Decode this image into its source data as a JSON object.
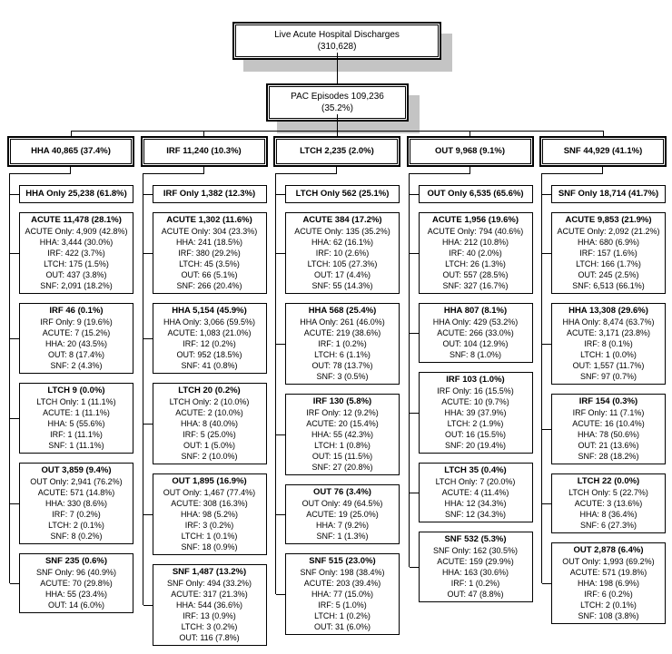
{
  "root": {
    "line1": "Live Acute Hospital Discharges",
    "line2": "(310,628)"
  },
  "pac": {
    "line1": "PAC Episodes 109,236",
    "line2": "(35.2%)"
  },
  "colors": {
    "box_border": "#000000",
    "box_shadow": "#c4c4c4",
    "background": "#ffffff",
    "text": "#000000"
  },
  "columns": [
    {
      "header": "HHA 40,865 (37.4%)",
      "only": "HHA Only 25,238 (61.8%)",
      "boxes": [
        {
          "title": "ACUTE 11,478 (28.1%)",
          "lines": [
            "ACUTE Only: 4,909 (42.8%)",
            "HHA: 3,444 (30.0%)",
            "IRF: 422 (3.7%)",
            "LTCH: 175 (1.5%)",
            "OUT: 437 (3.8%)",
            "SNF: 2,091 (18.2%)"
          ]
        },
        {
          "title": "IRF 46 (0.1%)",
          "lines": [
            "IRF Only: 9 (19.6%)",
            "ACUTE: 7 (15.2%)",
            "HHA: 20 (43.5%)",
            "OUT: 8 (17.4%)",
            "SNF: 2 (4.3%)"
          ]
        },
        {
          "title": "LTCH 9 (0.0%)",
          "lines": [
            "LTCH Only: 1 (11.1%)",
            "ACUTE: 1 (11.1%)",
            "HHA: 5 (55.6%)",
            "IRF: 1 (11.1%)",
            "SNF: 1 (11.1%)"
          ]
        },
        {
          "title": "OUT 3,859 (9.4%)",
          "lines": [
            "OUT Only: 2,941 (76.2%)",
            "ACUTE: 571 (14.8%)",
            "HHA: 330 (8.6%)",
            "IRF: 7 (0.2%)",
            "LTCH: 2 (0.1%)",
            "SNF: 8 (0.2%)"
          ]
        },
        {
          "title": "SNF 235 (0.6%)",
          "lines": [
            "SNF Only: 96 (40.9%)",
            "ACUTE: 70 (29.8%)",
            "HHA: 55 (23.4%)",
            "OUT: 14 (6.0%)"
          ]
        }
      ]
    },
    {
      "header": "IRF 11,240 (10.3%)",
      "only": "IRF Only 1,382 (12.3%)",
      "boxes": [
        {
          "title": "ACUTE 1,302 (11.6%)",
          "lines": [
            "ACUTE Only: 304 (23.3%)",
            "HHA: 241 (18.5%)",
            "IRF: 380 (29.2%)",
            "LTCH: 45 (3.5%)",
            "OUT: 66 (5.1%)",
            "SNF: 266 (20.4%)"
          ]
        },
        {
          "title": "HHA 5,154 (45.9%)",
          "lines": [
            "HHA Only: 3,066 (59.5%)",
            "ACUTE: 1,083 (21.0%)",
            "IRF: 12 (0.2%)",
            "OUT: 952 (18.5%)",
            "SNF: 41 (0.8%)"
          ]
        },
        {
          "title": "LTCH 20 (0.2%)",
          "lines": [
            "LTCH Only: 2 (10.0%)",
            "ACUTE: 2 (10.0%)",
            "HHA: 8 (40.0%)",
            "IRF: 5 (25.0%)",
            "OUT: 1 (5.0%)",
            "SNF: 2 (10.0%)"
          ]
        },
        {
          "title": "OUT 1,895 (16.9%)",
          "lines": [
            "OUT Only: 1,467 (77.4%)",
            "ACUTE: 308 (16.3%)",
            "HHA: 98 (5.2%)",
            "IRF: 3 (0.2%)",
            "LTCH: 1 (0.1%)",
            "SNF: 18 (0.9%)"
          ]
        },
        {
          "title": "SNF 1,487 (13.2%)",
          "lines": [
            "SNF Only: 494 (33.2%)",
            "ACUTE: 317 (21.3%)",
            "HHA: 544 (36.6%)",
            "IRF: 13 (0.9%)",
            "LTCH: 3 (0.2%)",
            "OUT: 116 (7.8%)"
          ]
        }
      ]
    },
    {
      "header": "LTCH 2,235 (2.0%)",
      "only": "LTCH Only 562 (25.1%)",
      "boxes": [
        {
          "title": "ACUTE 384 (17.2%)",
          "lines": [
            "ACUTE Only: 135 (35.2%)",
            "HHA: 62 (16.1%)",
            "IRF: 10 (2.6%)",
            "LTCH: 105 (27.3%)",
            "OUT: 17 (4.4%)",
            "SNF: 55 (14.3%)"
          ]
        },
        {
          "title": "HHA 568 (25.4%)",
          "lines": [
            "HHA Only: 261 (46.0%)",
            "ACUTE: 219 (38.6%)",
            "IRF: 1 (0.2%)",
            "LTCH: 6 (1.1%)",
            "OUT: 78 (13.7%)",
            "SNF: 3 (0.5%)"
          ]
        },
        {
          "title": "IRF 130 (5.8%)",
          "lines": [
            "IRF Only: 12 (9.2%)",
            "ACUTE: 20 (15.4%)",
            "HHA: 55 (42.3%)",
            "LTCH: 1 (0.8%)",
            "OUT: 15 (11.5%)",
            "SNF: 27 (20.8%)"
          ]
        },
        {
          "title": "OUT 76 (3.4%)",
          "lines": [
            "OUT Only: 49 (64.5%)",
            "ACUTE: 19 (25.0%)",
            "HHA: 7 (9.2%)",
            "SNF: 1 (1.3%)"
          ]
        },
        {
          "title": "SNF 515 (23.0%)",
          "lines": [
            "SNF Only: 198 (38.4%)",
            "ACUTE: 203 (39.4%)",
            "HHA: 77 (15.0%)",
            "IRF: 5 (1.0%)",
            "LTCH: 1 (0.2%)",
            "OUT: 31 (6.0%)"
          ]
        }
      ]
    },
    {
      "header": "OUT 9,968 (9.1%)",
      "only": "OUT Only 6,535 (65.6%)",
      "boxes": [
        {
          "title": "ACUTE 1,956 (19.6%)",
          "lines": [
            "ACUTE Only: 794 (40.6%)",
            "HHA: 212 (10.8%)",
            "IRF: 40 (2.0%)",
            "LTCH: 26 (1.3%)",
            "OUT: 557 (28.5%)",
            "SNF: 327 (16.7%)"
          ]
        },
        {
          "title": "HHA 807 (8.1%)",
          "lines": [
            "HHA Only: 429 (53.2%)",
            "ACUTE: 266 (33.0%)",
            "OUT: 104 (12.9%)",
            "SNF: 8 (1.0%)"
          ]
        },
        {
          "title": "IRF 103 (1.0%)",
          "lines": [
            "IRF Only: 16 (15.5%)",
            "ACUTE: 10 (9.7%)",
            "HHA: 39 (37.9%)",
            "LTCH: 2 (1.9%)",
            "OUT: 16 (15.5%)",
            "SNF: 20 (19.4%)"
          ]
        },
        {
          "title": "LTCH 35 (0.4%)",
          "lines": [
            "LTCH Only: 7 (20.0%)",
            "ACUTE: 4 (11.4%)",
            "HHA: 12 (34.3%)",
            "SNF: 12 (34.3%)"
          ]
        },
        {
          "title": "SNF 532 (5.3%)",
          "lines": [
            "SNF Only: 162 (30.5%)",
            "ACUTE: 159 (29.9%)",
            "HHA: 163 (30.6%)",
            "IRF: 1 (0.2%)",
            "OUT: 47 (8.8%)"
          ]
        }
      ]
    },
    {
      "header": "SNF 44,929 (41.1%)",
      "only": "SNF Only 18,714 (41.7%)",
      "boxes": [
        {
          "title": "ACUTE 9,853 (21.9%)",
          "lines": [
            "ACUTE Only: 2,092 (21.2%)",
            "HHA: 680 (6.9%)",
            "IRF: 157 (1.6%)",
            "LTCH: 166 (1.7%)",
            "OUT: 245 (2.5%)",
            "SNF: 6,513 (66.1%)"
          ]
        },
        {
          "title": "HHA 13,308 (29.6%)",
          "lines": [
            "HHA Only: 8,474 (63.7%)",
            "ACUTE: 3,171 (23.8%)",
            "IRF: 8 (0.1%)",
            "LTCH: 1 (0.0%)",
            "OUT: 1,557 (11.7%)",
            "SNF: 97 (0.7%)"
          ]
        },
        {
          "title": "IRF 154 (0.3%)",
          "lines": [
            "IRF Only: 11 (7.1%)",
            "ACUTE: 16 (10.4%)",
            "HHA: 78 (50.6%)",
            "OUT: 21 (13.6%)",
            "SNF: 28 (18.2%)"
          ]
        },
        {
          "title": "LTCH 22 (0.0%)",
          "lines": [
            "LTCH Only: 5 (22.7%)",
            "ACUTE: 3 (13.6%)",
            "HHA: 8 (36.4%)",
            "SNF: 6 (27.3%)"
          ]
        },
        {
          "title": "OUT 2,878 (6.4%)",
          "lines": [
            "OUT Only: 1,993 (69.2%)",
            "ACUTE: 571 (19.8%)",
            "HHA: 198 (6.9%)",
            "IRF: 6 (0.2%)",
            "LTCH: 2 (0.1%)",
            "SNF: 108 (3.8%)"
          ]
        }
      ]
    }
  ]
}
